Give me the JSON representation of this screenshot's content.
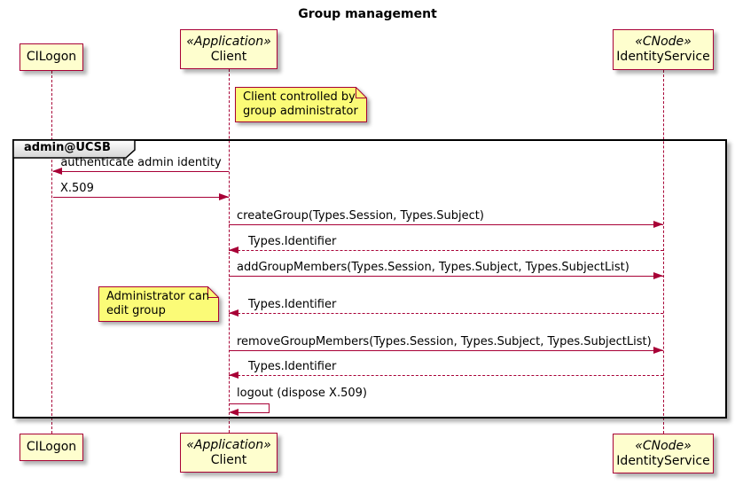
{
  "title": "Group management",
  "colors": {
    "participant_fill": "#FEFECE",
    "participant_border": "#A80036",
    "note_fill": "#FBFB77",
    "note_border": "#A80036",
    "arrow": "#A80036",
    "lifeline": "#A80036",
    "frame_border": "#000000",
    "text": "#000000",
    "background": "#FFFFFF"
  },
  "frame": {
    "label": "admin@UCSB"
  },
  "participants": [
    {
      "name": "CILogon",
      "stereotype": ""
    },
    {
      "name": "Client",
      "stereotype": "«Application»"
    },
    {
      "name": "IdentityService",
      "stereotype": "«CNode»"
    }
  ],
  "notes": [
    {
      "text": "Client controlled by\ngroup administrator"
    },
    {
      "text": "Administrator can\nedit group"
    }
  ],
  "messages": [
    {
      "label": "authenticate admin identity",
      "from": "Client",
      "to": "CILogon",
      "type": "solid"
    },
    {
      "label": "X.509",
      "from": "CILogon",
      "to": "Client",
      "type": "solid"
    },
    {
      "label": "createGroup(Types.Session, Types.Subject)",
      "from": "Client",
      "to": "IdentityService",
      "type": "solid"
    },
    {
      "label": "Types.Identifier",
      "from": "IdentityService",
      "to": "Client",
      "type": "return"
    },
    {
      "label": "addGroupMembers(Types.Session, Types.Subject, Types.SubjectList)",
      "from": "Client",
      "to": "IdentityService",
      "type": "solid"
    },
    {
      "label": "Types.Identifier",
      "from": "IdentityService",
      "to": "Client",
      "type": "return"
    },
    {
      "label": "removeGroupMembers(Types.Session, Types.Subject, Types.SubjectList)",
      "from": "Client",
      "to": "IdentityService",
      "type": "solid"
    },
    {
      "label": "Types.Identifier",
      "from": "IdentityService",
      "to": "Client",
      "type": "return"
    },
    {
      "label": "logout (dispose X.509)",
      "from": "Client",
      "to": "Client",
      "type": "self"
    }
  ]
}
